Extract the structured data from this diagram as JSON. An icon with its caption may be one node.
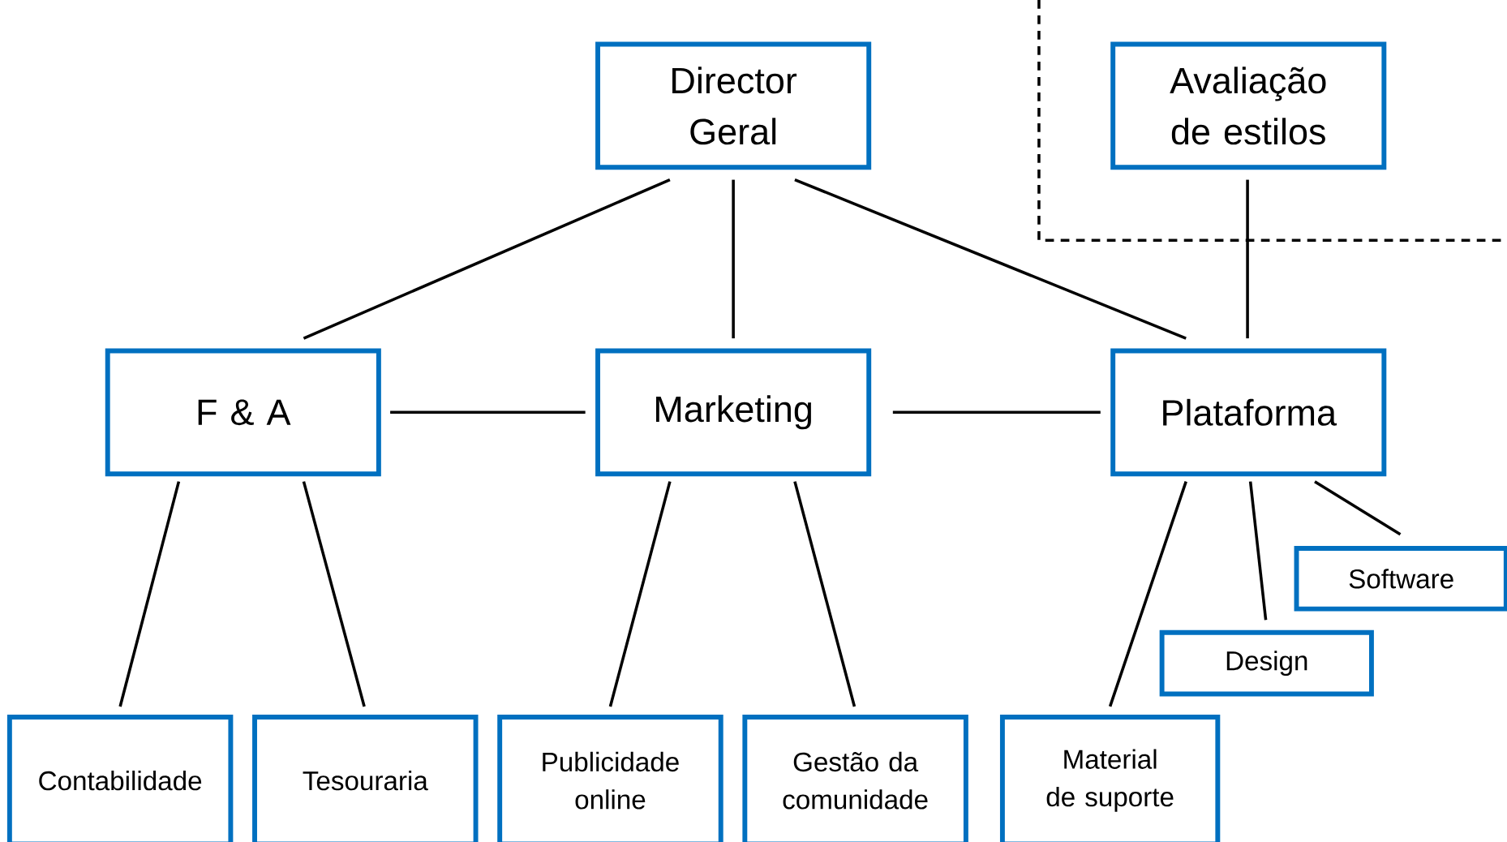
{
  "diagram": {
    "nodes": [
      {
        "text": [
          "Director Geral"
        ]
      },
      {
        "text": [
          "Avaliação de estilos"
        ]
      },
      {
        "text": [
          "F & A"
        ]
      },
      {
        "text": [
          "Marketing"
        ]
      },
      {
        "text": [
          "Plataforma"
        ]
      },
      {
        "text": [
          "Software"
        ]
      },
      {
        "text": [
          "Design"
        ]
      },
      {
        "text": [
          "Contabilidade"
        ]
      },
      {
        "text": [
          "Tesouraria"
        ]
      },
      {
        "text": [
          "Publicidade online"
        ]
      },
      {
        "text": [
          "Gestão da comunidade"
        ]
      },
      {
        "text": [
          "Material de suporte"
        ]
      }
    ],
    "edges": [
      {
        "from": 0,
        "to": 2,
        "arrow": "none"
      },
      {
        "from": 0,
        "to": 3,
        "arrow": "none"
      },
      {
        "from": 0,
        "to": 4,
        "arrow": "none"
      },
      {
        "from": 1,
        "to": 4,
        "arrow": "none"
      },
      {
        "from": 2,
        "to": 3,
        "arrow": "none"
      },
      {
        "from": 3,
        "to": 4,
        "arrow": "none"
      },
      {
        "from": 2,
        "to": 7,
        "arrow": "none"
      },
      {
        "from": 2,
        "to": 8,
        "arrow": "none"
      },
      {
        "from": 3,
        "to": 9,
        "arrow": "none"
      },
      {
        "from": 3,
        "to": 10,
        "arrow": "none"
      },
      {
        "from": 4,
        "to": 11,
        "arrow": "none"
      },
      {
        "from": 4,
        "to": 6,
        "arrow": "none"
      },
      {
        "from": 4,
        "to": 5,
        "arrow": "none"
      }
    ]
  }
}
